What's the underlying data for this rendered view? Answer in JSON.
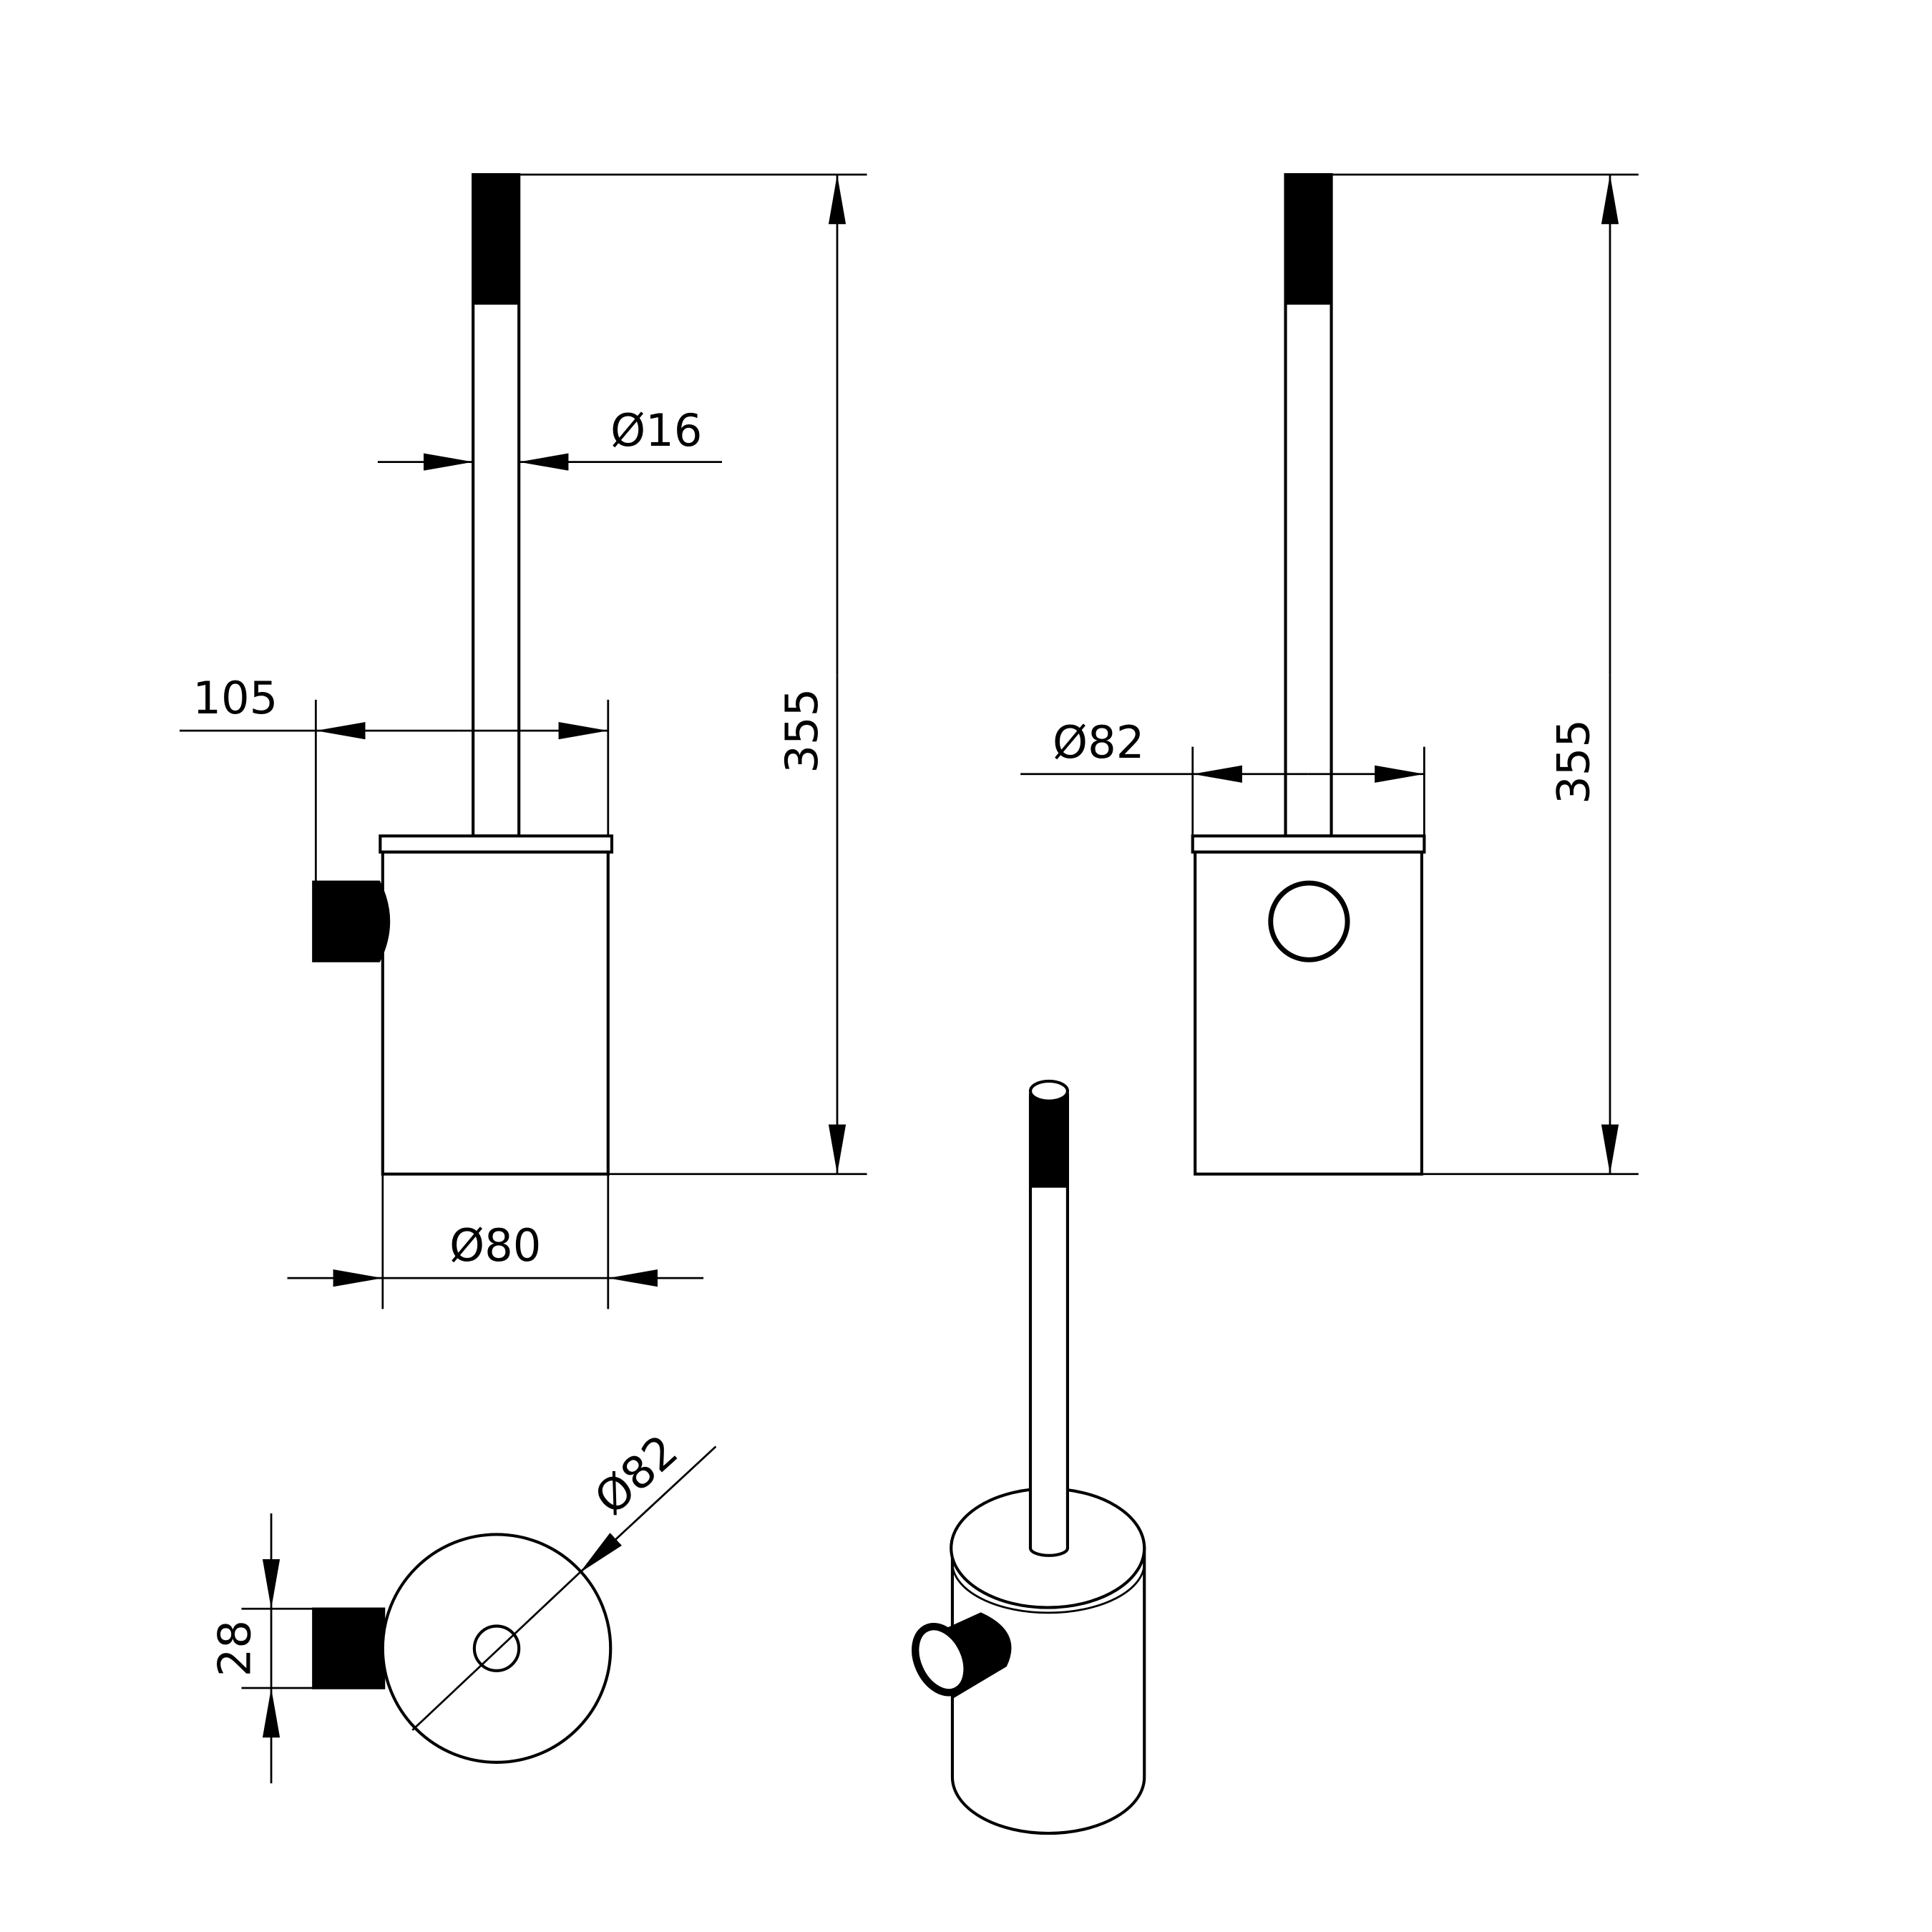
{
  "drawing": {
    "front_view": {
      "handle_diameter": "Ø16",
      "projection": "105",
      "height": "355",
      "body_diameter": "Ø80"
    },
    "side_view": {
      "lid_diameter": "Ø82",
      "height": "355"
    },
    "top_view": {
      "lid_diameter": "Ø82",
      "mount_height": "28"
    },
    "colors": {
      "line": "#000000",
      "background": "#ffffff"
    }
  }
}
